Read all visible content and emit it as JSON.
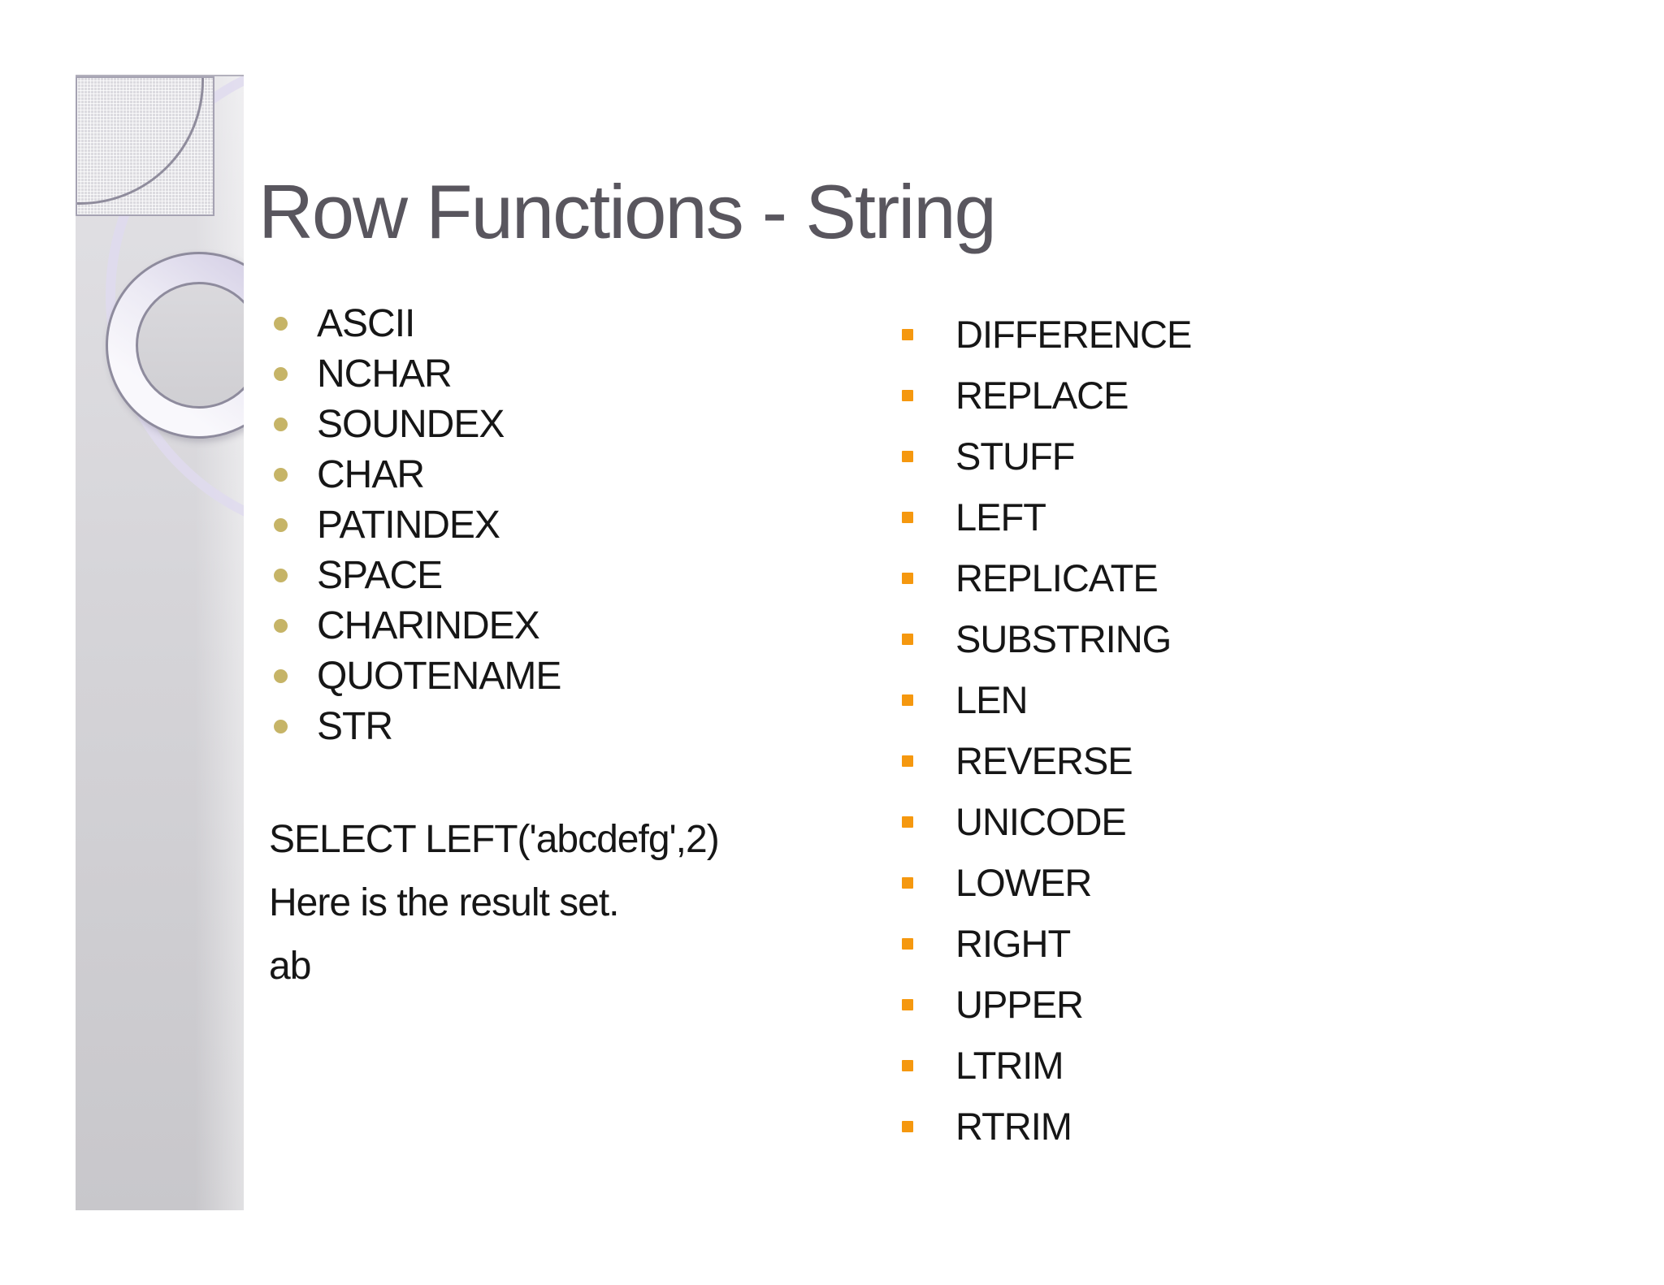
{
  "title": "Row Functions - String",
  "left_list": {
    "items": [
      "ASCII",
      "NCHAR",
      "SOUNDEX",
      "CHAR",
      "PATINDEX",
      "SPACE",
      "CHARINDEX",
      "QUOTENAME",
      "STR"
    ]
  },
  "right_list": {
    "items": [
      "DIFFERENCE",
      "REPLACE",
      "STUFF",
      "LEFT",
      "REPLICATE",
      "SUBSTRING",
      "LEN",
      "REVERSE",
      "UNICODE",
      "LOWER",
      "RIGHT",
      "UPPER",
      "LTRIM",
      "RTRIM"
    ]
  },
  "example": {
    "lines": [
      "SELECT LEFT('abcdefg',2)",
      "Here is the result set.",
      "ab"
    ]
  },
  "colors": {
    "bullet_gold": "#c6b467",
    "bullet_orange": "#f5980f",
    "title_gray": "#59565e",
    "text_black": "#161616"
  }
}
